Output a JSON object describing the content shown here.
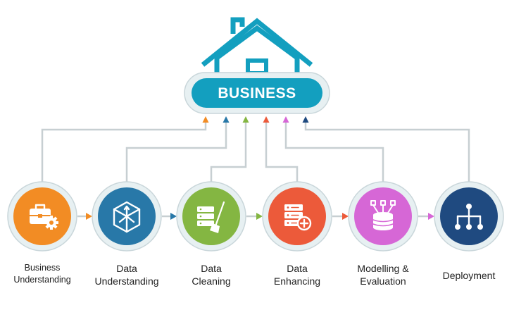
{
  "hub": {
    "label": "BUSINESS",
    "color": "#139fbf"
  },
  "steps": [
    {
      "label": "Business\nUnderstanding",
      "color": "#f28c24",
      "icon": "briefcase-gear-icon"
    },
    {
      "label": "Data\nUnderstanding",
      "color": "#2878a8",
      "icon": "cube-arrows-icon"
    },
    {
      "label": "Data\nCleaning",
      "color": "#84b642",
      "icon": "server-broom-icon"
    },
    {
      "label": "Data\nEnhancing",
      "color": "#ec5a3a",
      "icon": "server-plus-icon"
    },
    {
      "label": "Modelling &\nEvaluation",
      "color": "#d667d6",
      "icon": "database-network-icon"
    },
    {
      "label": "Deployment",
      "color": "#1f4a80",
      "icon": "hierarchy-icon"
    }
  ],
  "connector_color": "#c7cfd2"
}
